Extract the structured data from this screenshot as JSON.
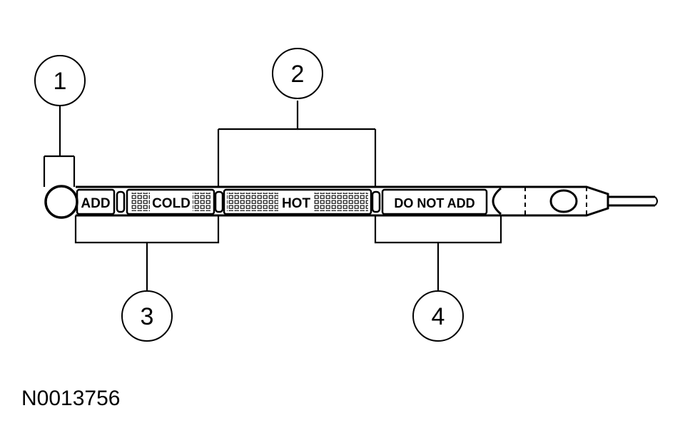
{
  "callouts": {
    "c1": "1",
    "c2": "2",
    "c3": "3",
    "c4": "4"
  },
  "dipstick": {
    "add_label": "ADD",
    "cold_label": "COLD",
    "hot_label": "HOT",
    "do_not_add_label": "DO NOT ADD"
  },
  "figure_id": "N0013756"
}
